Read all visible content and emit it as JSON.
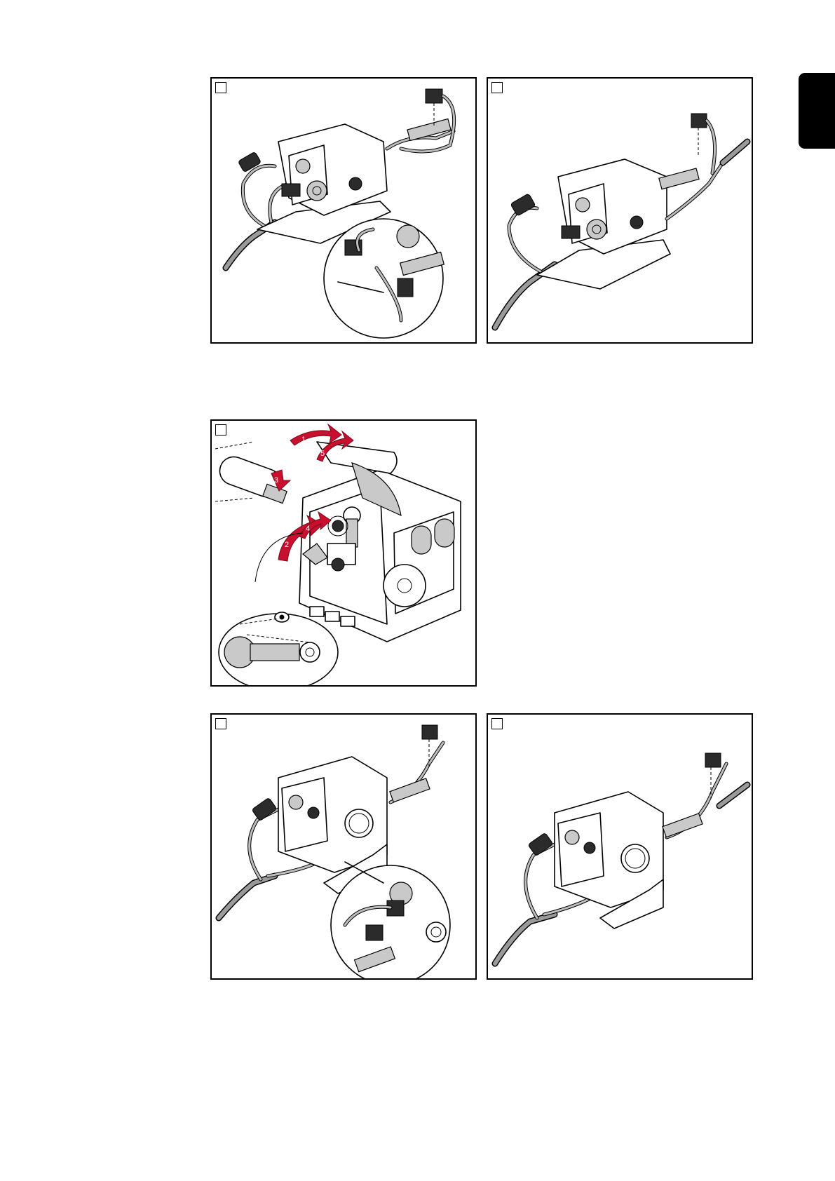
{
  "page": {
    "section_tab": ""
  },
  "steps": [
    {
      "id": "p1",
      "number": "",
      "content": "wirefeeder-hose-connection-with-detail-inset"
    },
    {
      "id": "p2",
      "number": "",
      "content": "wirefeeder-hose-connected"
    },
    {
      "id": "p3",
      "number": "",
      "content": "wirefeeder-open-cover-insert-torch",
      "arrow_labels": [
        "1",
        "2",
        "3",
        "4",
        "5"
      ]
    },
    {
      "id": "p4",
      "number": "",
      "content": "wirefeeder-variant-hose-connection-with-detail-inset"
    },
    {
      "id": "p5",
      "number": "",
      "content": "wirefeeder-variant-hose-connected"
    }
  ],
  "colors": {
    "arrow": "#c8102e",
    "line": "#000000",
    "fill_grey": "#c9c9c9"
  }
}
